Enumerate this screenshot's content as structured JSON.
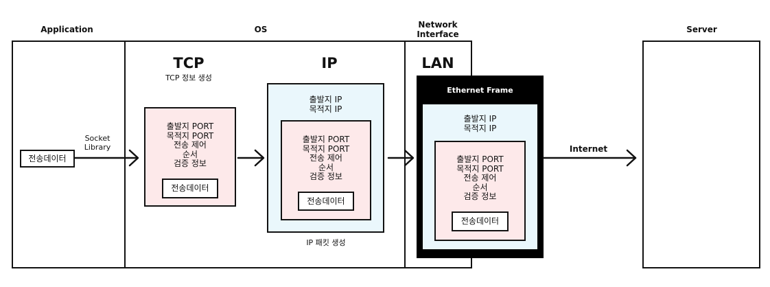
{
  "headers": {
    "application": "Application",
    "os": "OS",
    "network_interface": [
      "Network",
      "Interface"
    ],
    "server": "Server"
  },
  "tcp": {
    "title": "TCP",
    "subtitle": "TCP 정보 생성",
    "fields": [
      "출발지 PORT",
      "목적지 PORT",
      "전송 제어",
      "순서",
      "검증 정보"
    ],
    "data": "전송데이터"
  },
  "ip": {
    "title": "IP",
    "fields": [
      "출발지 IP",
      "목적지 IP"
    ],
    "inner_fields": [
      "출발지 PORT",
      "목적지 PORT",
      "전송 제어",
      "순서",
      "검증 정보"
    ],
    "data": "전송데이터",
    "caption": "IP 패킷 생성"
  },
  "lan": {
    "title": "LAN",
    "frame_label": "Ethernet Frame",
    "fields": [
      "출발지 IP",
      "목적지 IP"
    ],
    "inner_fields": [
      "출발지 PORT",
      "목적지 PORT",
      "전송 제어",
      "순서",
      "검증 정보"
    ],
    "data": "전송데이터"
  },
  "application": {
    "data": "전송데이터"
  },
  "labels": {
    "socket_library": [
      "Socket",
      "Library"
    ],
    "internet": "Internet"
  }
}
